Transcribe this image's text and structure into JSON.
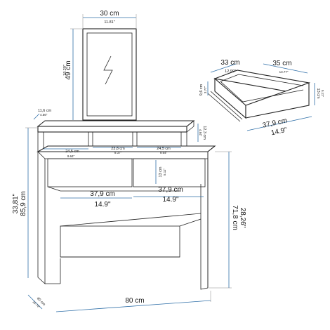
{
  "mirror": {
    "width_cm": "30 cm",
    "width_in": "11.81\"",
    "height_cm": "49 cm",
    "height_in": "19.29\""
  },
  "shelf": {
    "depth_cm": "11,6 cm",
    "depth_in": "4.56\"",
    "height_cm": "12,3 cm",
    "height_in": "4.84\"",
    "compartments": [
      {
        "cm": "24,5 cm",
        "in": "9.64\""
      },
      {
        "cm": "23,8 cm",
        "in": "9.37\""
      },
      {
        "cm": "24,5 cm",
        "in": "9.64\""
      }
    ]
  },
  "drawer_top": {
    "height_cm": "13 cm",
    "height_in": "5.11\""
  },
  "drawers": [
    {
      "cm": "37,9 cm",
      "in": "14.9\""
    },
    {
      "cm": "37,9 cm",
      "in": "14.9\""
    }
  ],
  "table": {
    "height_cm": "85,9 cm",
    "height_in": "33,81\"",
    "inner_height_cm": "71,8 cm",
    "inner_height_in": "28,26\"",
    "width_cm": "80 cm",
    "depth_cm": "40 cm",
    "depth_in": "15.74\""
  },
  "drawer_detail": {
    "depth_cm": "33 cm",
    "depth_in": "12.99\"",
    "inner_depth_cm": "35 cm",
    "inner_depth_in": "13.77\"",
    "left_h_cm": "9,6 cm",
    "left_h_in": "3.77\"",
    "right_h_cm": "13 cm",
    "right_h_in": "5.11\"",
    "width_cm": "37,9 cm",
    "width_in": "14.9\""
  },
  "colors": {
    "line": "#222222",
    "dimension": "#2f6fa8"
  }
}
